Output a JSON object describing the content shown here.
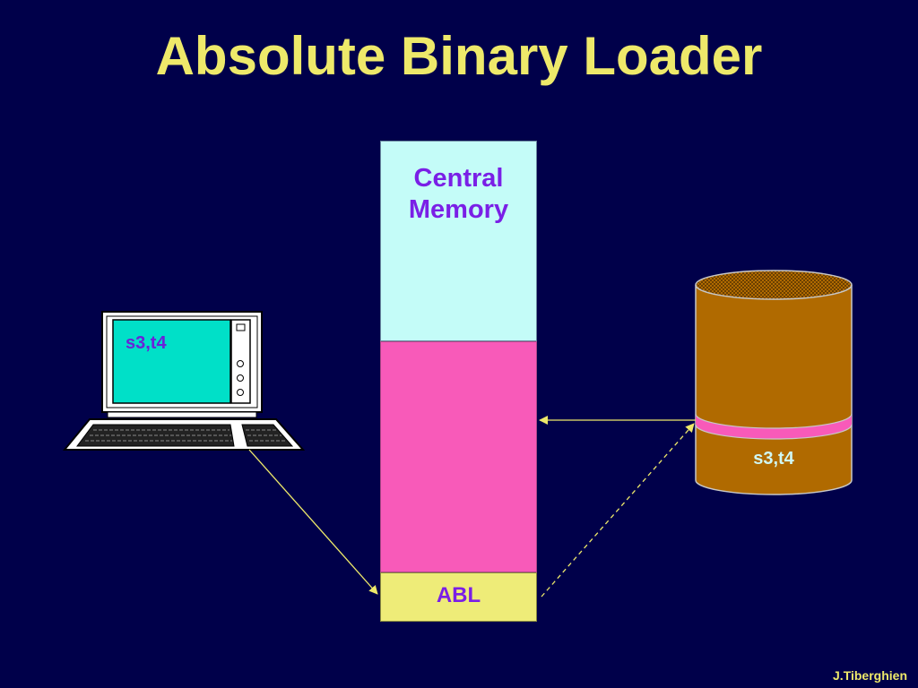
{
  "title": "Absolute Binary Loader",
  "memory": {
    "label": "Central\nMemory",
    "loader_label": "ABL"
  },
  "terminal": {
    "screen_text": "s3,t4"
  },
  "disk": {
    "label": "s3,t4"
  },
  "footer": {
    "author": "J.Tiberghien"
  },
  "colors": {
    "background": "#00004a",
    "title": "#eee96a",
    "memory_free": "#c4fcf8",
    "memory_target": "#f85ab9",
    "memory_loader": "#eeec78",
    "disk_body": "#b06a00",
    "disk_sector": "#f85ab9",
    "terminal_screen": "#00e0c8",
    "label_text": "#7a1fe6",
    "arrow": "#eee96a"
  }
}
